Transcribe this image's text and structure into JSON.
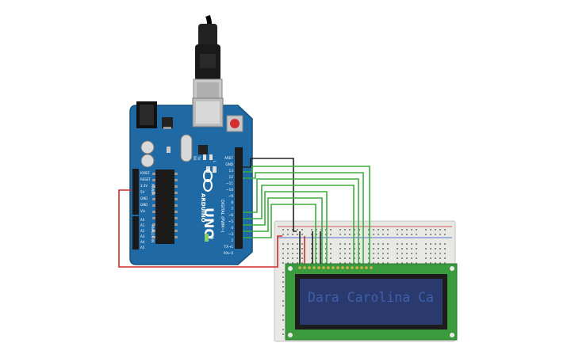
{
  "arduino": {
    "brand": "ARDUINO",
    "model": "UNO",
    "label_aref": "AREF",
    "label_gnd": "GND",
    "digital_pins": [
      "13",
      "12",
      "~11",
      "~10",
      "~9",
      "8",
      "7",
      "~6",
      "~5",
      "4",
      "~3",
      "2",
      "TX→1",
      "RX←0"
    ],
    "digital_header": "DIGITAL (PWM~)",
    "power_pins": [
      "IOREF",
      "RESET",
      "3.3V",
      "5V",
      "GND",
      "GND",
      "Vin"
    ],
    "power_header": "POWER",
    "analog_pins": [
      "A0",
      "A1",
      "A2",
      "A3",
      "A4",
      "A5"
    ],
    "analog_header": "ANALOG IN",
    "led_labels": [
      "TX",
      "RX"
    ],
    "led_l_label": "L",
    "on_label": "ON"
  },
  "lcd": {
    "text": "Dara Carolina Ca"
  },
  "colors": {
    "board_blue": "#1f6aa5",
    "breadboard": "#e8e8e4",
    "lcd_pcb": "#3a9a3e",
    "lcd_screen": "#2b3a6e",
    "lcd_text": "#3f5fa8",
    "wire_green": "#3cae3c",
    "wire_red": "#d12a2a",
    "wire_black": "#222222"
  },
  "icons": {
    "usb": "usb-cable-icon",
    "infinity_logo": "arduino-infinity-logo-icon"
  }
}
